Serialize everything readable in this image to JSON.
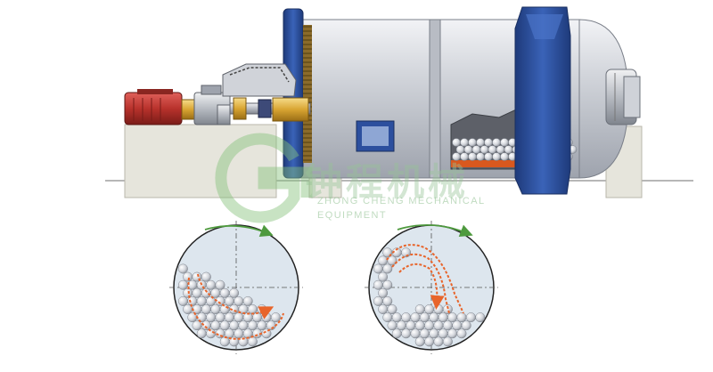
{
  "watermark": {
    "chinese_text": "钟程机械",
    "english_line_1": "ZHONG CHENG MECHANICAL",
    "english_line_2": "EQUIPMENT",
    "color": "#9cc89c"
  },
  "colors": {
    "shell": "#c9ccd3",
    "flange_blue": "#2c4f9e",
    "motor_red": "#b8322c",
    "coupling_yellow": "#e0b23a",
    "foundation": "#e6e5dc",
    "ball": "#e4e6ea",
    "trajectory_orange": "#e8642a",
    "rotation_green": "#4e9a3e",
    "cross_section_fill": "#dde6ee"
  },
  "icons": [
    "rotation-arrow-icon",
    "logo-g-icon"
  ]
}
